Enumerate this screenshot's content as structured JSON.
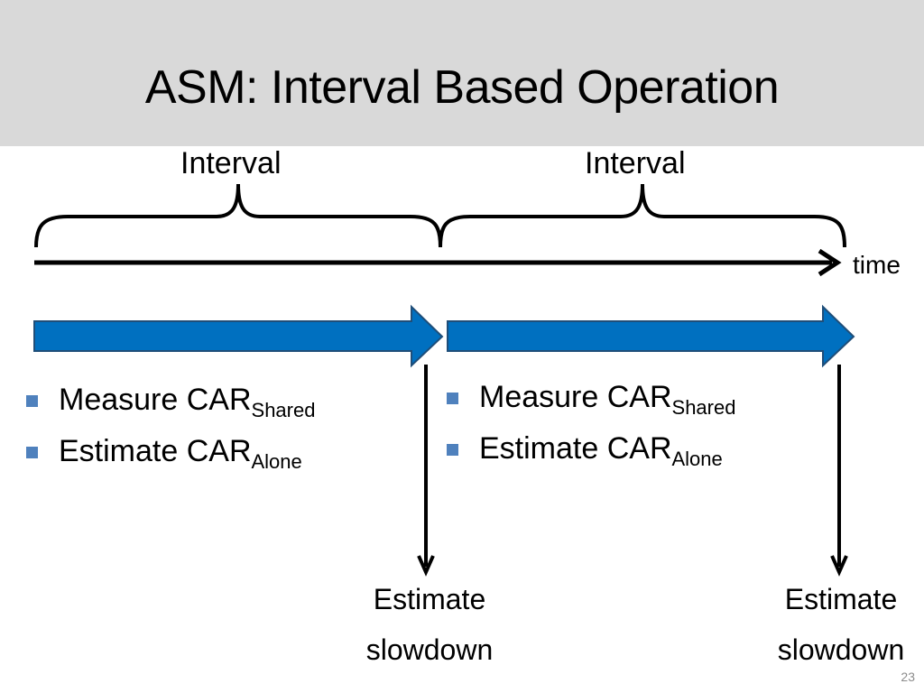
{
  "slide": {
    "title": "ASM: Interval Based Operation",
    "page_number": "23"
  },
  "timeline": {
    "interval_labels": [
      "Interval",
      "Interval"
    ],
    "time_label": "time"
  },
  "intervals": [
    {
      "bullets": [
        {
          "text": "Measure CAR",
          "subscript": "Shared"
        },
        {
          "text": "Estimate CAR",
          "subscript": "Alone"
        }
      ],
      "result": [
        "Estimate",
        "slowdown"
      ]
    },
    {
      "bullets": [
        {
          "text": "Measure CAR",
          "subscript": "Shared"
        },
        {
          "text": "Estimate CAR",
          "subscript": "Alone"
        }
      ],
      "result": [
        "Estimate",
        "slowdown"
      ]
    }
  ],
  "colors": {
    "title_band": "#d9d9d9",
    "interval_arrow_fill": "#0070c0",
    "interval_arrow_stroke": "#1f4e79",
    "bullet_square": "#4f81bd"
  }
}
